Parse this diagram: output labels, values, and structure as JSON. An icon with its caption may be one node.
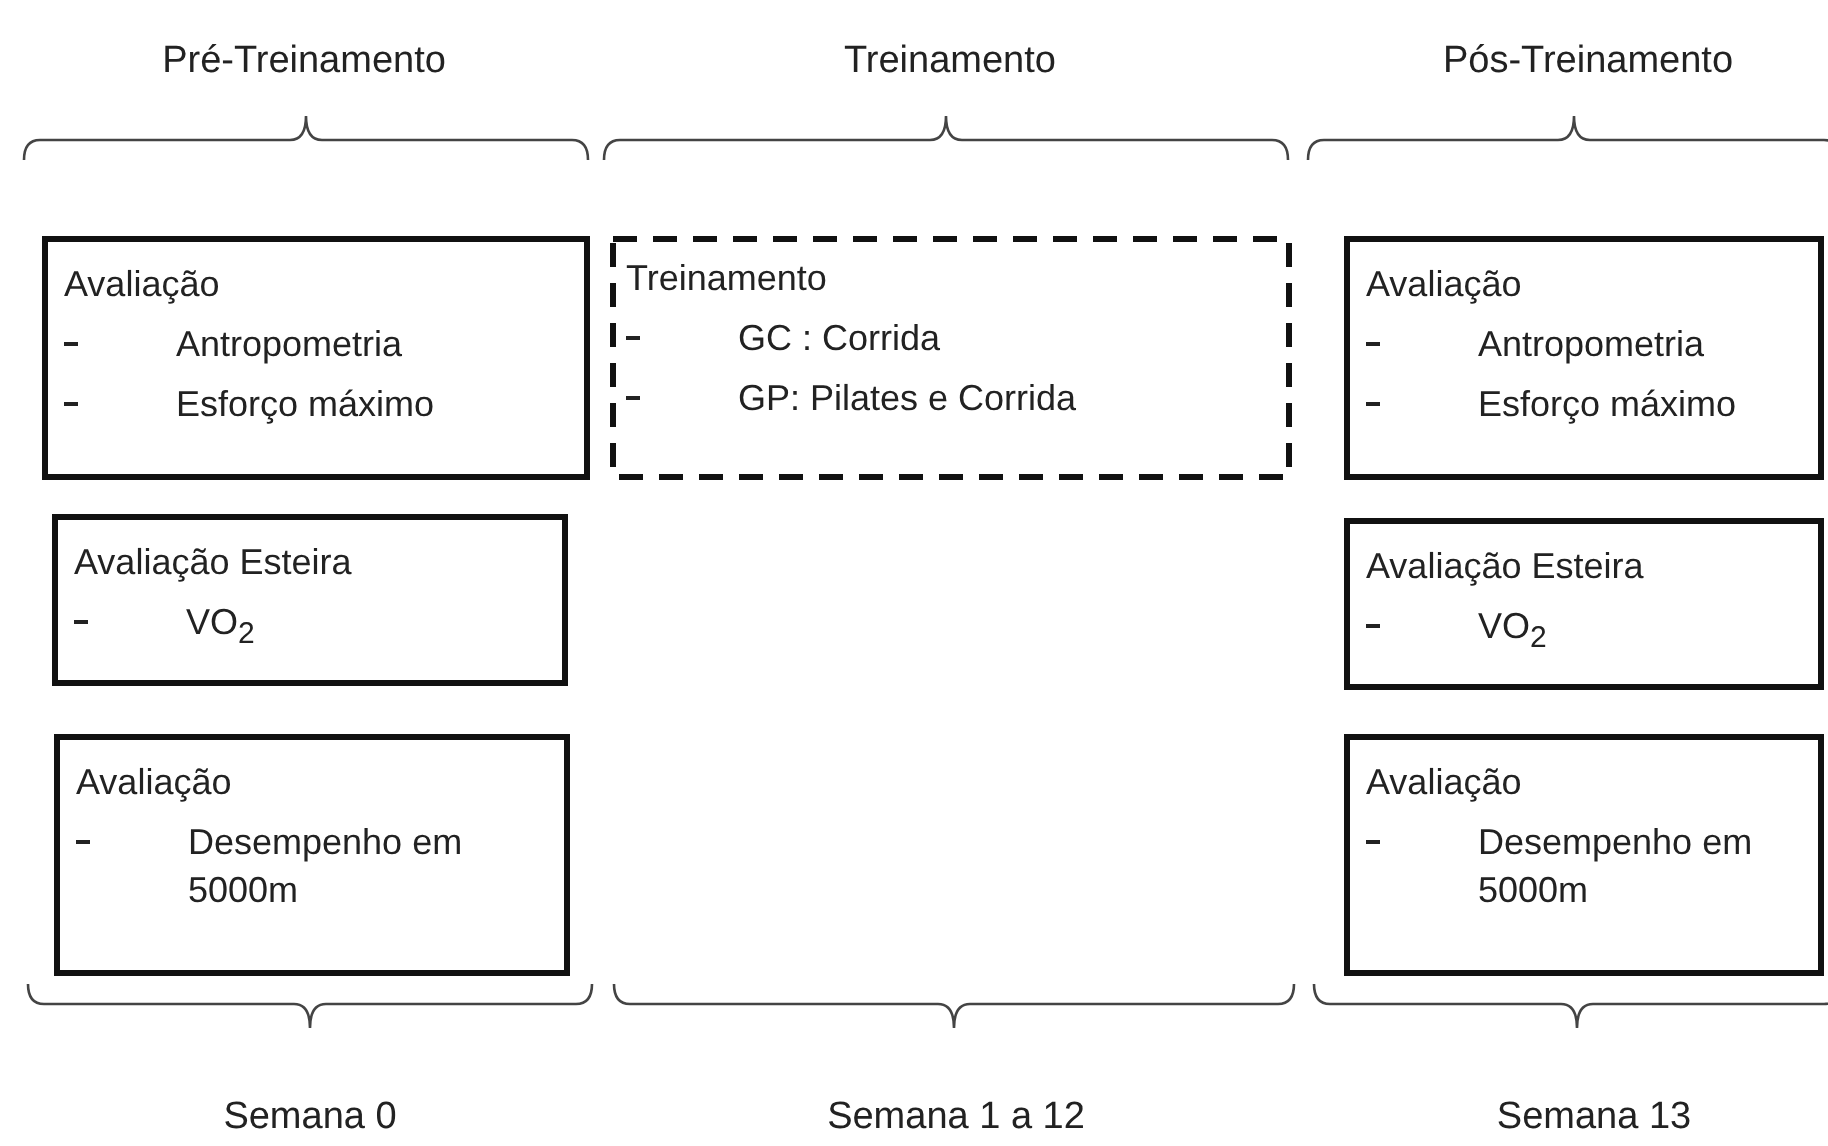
{
  "diagram": {
    "nodes": [
      {
        "text": [
          "Avaliação",
          "Antropometria",
          "Esforço máximo"
        ]
      },
      {
        "text": [
          "Avaliação Esteira",
          "VO$_{2}$"
        ]
      },
      {
        "text": [
          "Avaliação",
          "Desempenho em 5000m"
        ]
      },
      {
        "text": [
          "Treinamento",
          "GC : Corrida",
          "GP: Pilates e Corrida"
        ]
      },
      {
        "text": [
          "Avaliação",
          "Antropometria",
          "Esforço máximo"
        ]
      },
      {
        "text": [
          "Avaliação Esteira",
          "VO$_{2}$"
        ]
      },
      {
        "text": [
          "Avaliação",
          "Desempenho em 5000m"
        ]
      }
    ],
    "labels": [
      "Pré-Treinamento",
      "Treinamento",
      "Pós-Treinamento",
      "Semana 0",
      "Semana 1 a 12",
      "Semana 13"
    ]
  }
}
